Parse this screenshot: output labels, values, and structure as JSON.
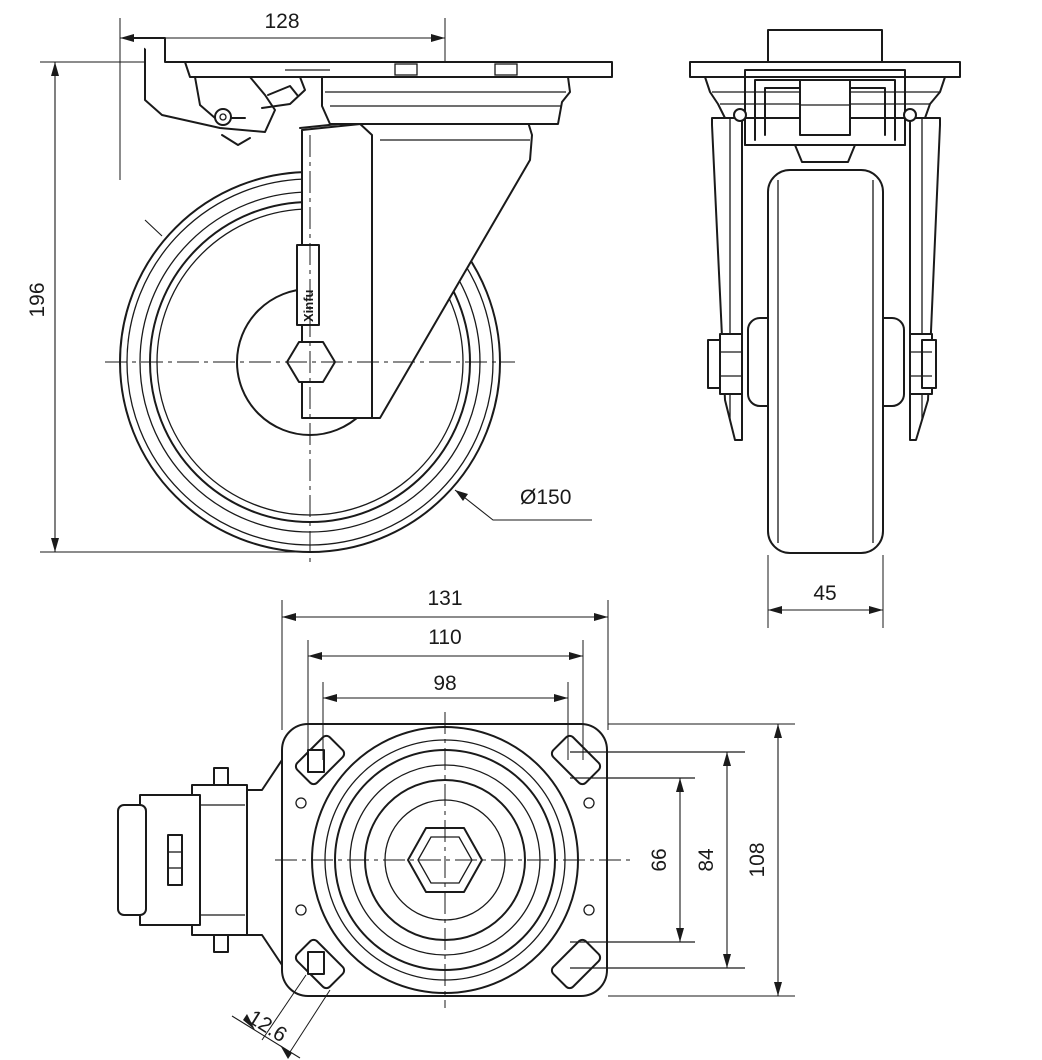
{
  "drawing": {
    "brand_mark": "Xinfu",
    "dimensions": {
      "top_plate_length": "128",
      "overall_height": "196",
      "wheel_diameter": "Ø150",
      "wheel_width": "45",
      "plate_width": "131",
      "bolt_spacing_long_outer": "110",
      "bolt_spacing_long_inner": "98",
      "bolt_spacing_short_inner": "66",
      "bolt_spacing_short_outer": "84",
      "plate_length": "108",
      "bolt_hole_size": "12.6"
    }
  }
}
